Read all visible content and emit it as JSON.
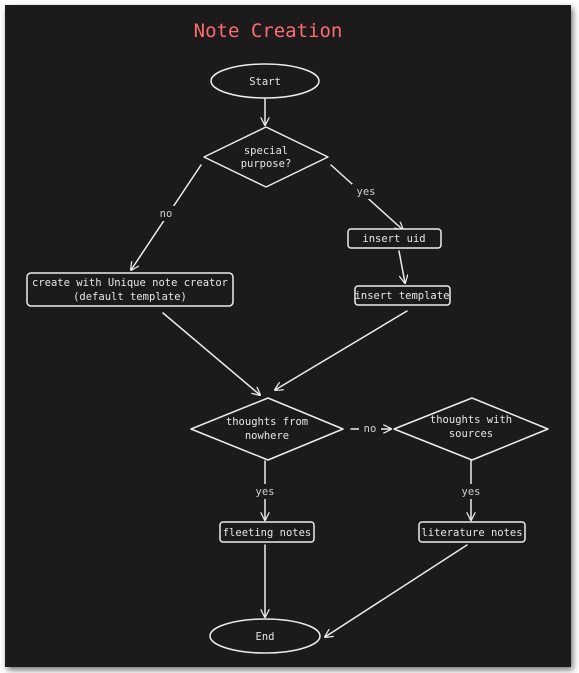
{
  "title": "Note Creation",
  "nodes": {
    "start": "Start",
    "special_purpose": [
      "special",
      "purpose?"
    ],
    "insert_uid": "insert uid",
    "create_unique": [
      "create with Unique note creator",
      "(default template)"
    ],
    "insert_template": "insert template",
    "thoughts_nowhere": [
      "thoughts from",
      "nowhere"
    ],
    "thoughts_sources": [
      "thoughts with",
      "sources"
    ],
    "fleeting_notes": "fleeting notes",
    "literature_notes": "literature notes",
    "end": "End"
  },
  "edge_labels": {
    "no_left": "no",
    "yes_right": "yes",
    "no_middle": "no",
    "yes_fleeting": "yes",
    "yes_literature": "yes"
  }
}
